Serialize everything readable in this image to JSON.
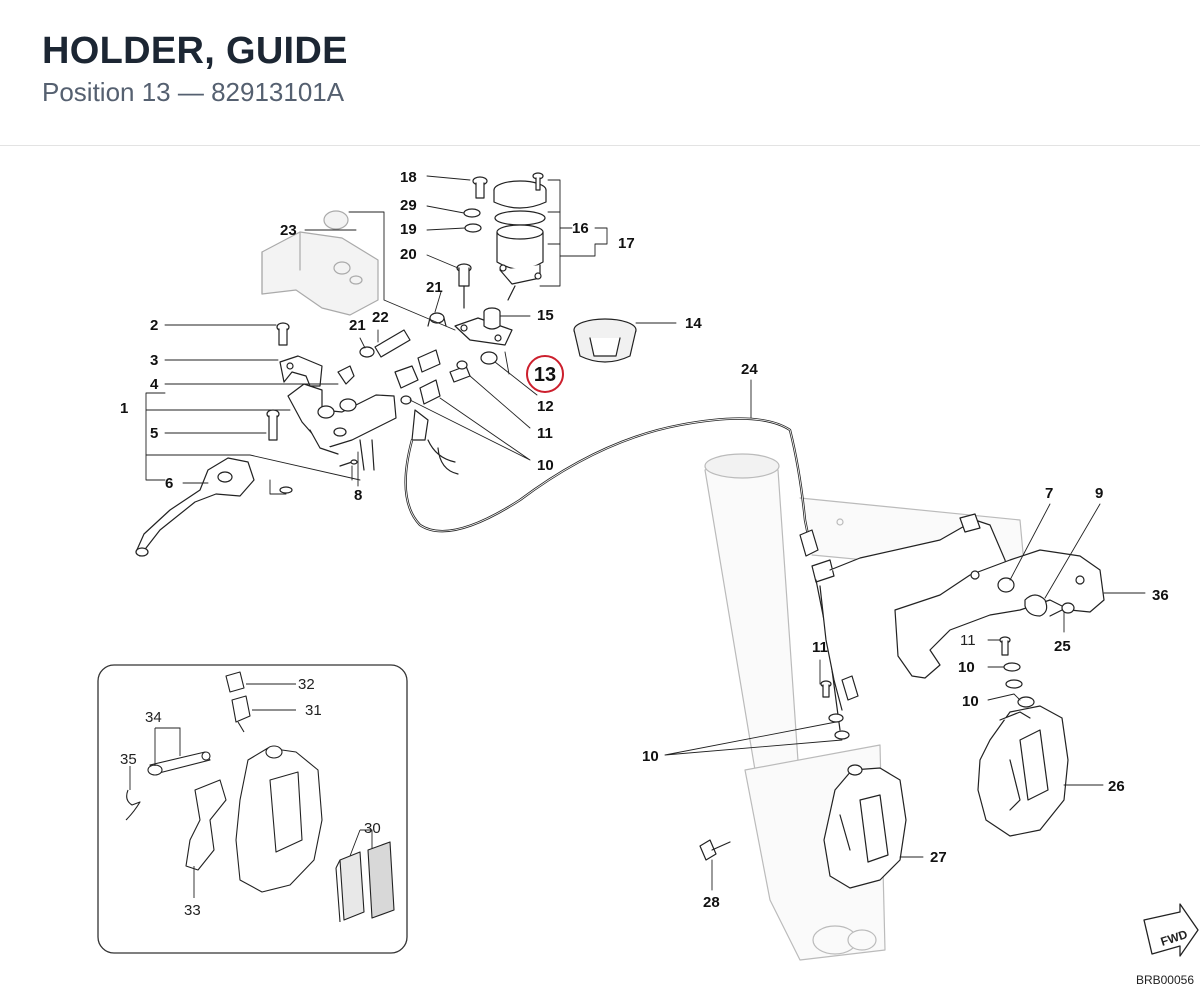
{
  "header": {
    "title": "HOLDER, GUIDE",
    "subtitle": "Position 13 — 82913101A"
  },
  "highlight": {
    "position": "13",
    "color": "#cc1f2d"
  },
  "callouts": {
    "c1": "1",
    "c2": "2",
    "c3": "3",
    "c4": "4",
    "c5": "5",
    "c6": "6",
    "c7": "7",
    "c8": "8",
    "c9": "9",
    "c10a": "10",
    "c10b": "10",
    "c10c": "10",
    "c10d": "10",
    "c11a": "11",
    "c11b": "11",
    "c11c": "11",
    "c12": "12",
    "c14": "14",
    "c15": "15",
    "c16": "16",
    "c17": "17",
    "c18": "18",
    "c19": "19",
    "c20": "20",
    "c21a": "21",
    "c21b": "21",
    "c22": "22",
    "c23": "23",
    "c24": "24",
    "c25": "25",
    "c26": "26",
    "c27": "27",
    "c28": "28",
    "c29": "29",
    "c36": "36"
  },
  "inset_callouts": {
    "c30": "30",
    "c31": "31",
    "c32": "32",
    "c33": "33",
    "c34": "34",
    "c35": "35"
  },
  "fwd_label": "FWD",
  "drawing_code": "BRB00056"
}
